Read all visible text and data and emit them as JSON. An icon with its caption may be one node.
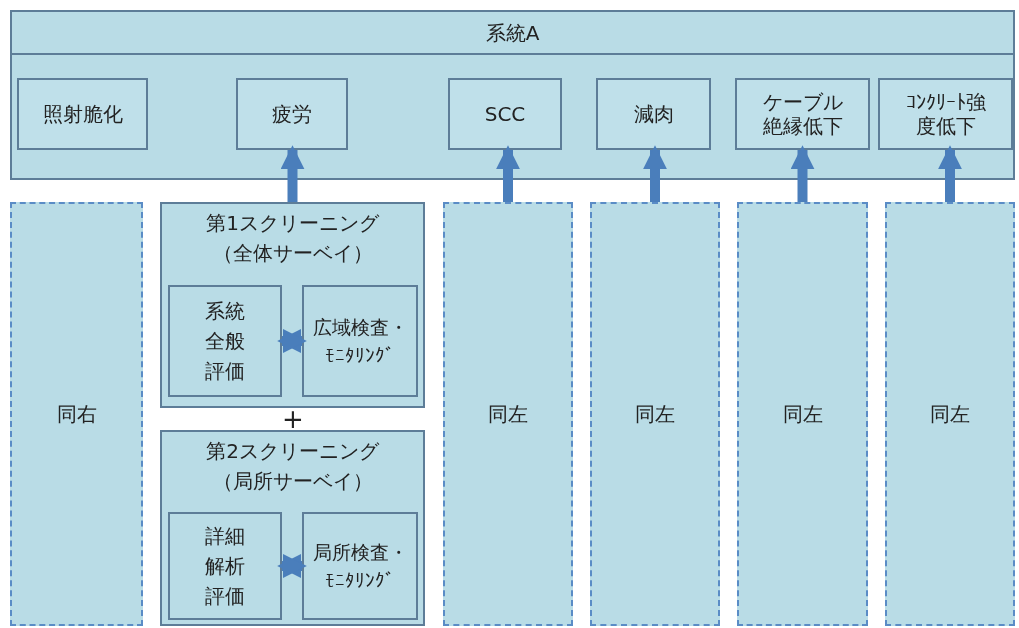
{
  "diagram": {
    "nodes": [
      {
        "text": [
          "系統A"
        ]
      },
      {
        "text": [
          "照射脆化"
        ],
        "in": 0
      },
      {
        "text": [
          "疲労"
        ],
        "in": 0
      },
      {
        "text": [
          "SCC"
        ],
        "in": 0
      },
      {
        "text": [
          "減肉"
        ],
        "in": 0
      },
      {
        "text": [
          "ケーブル絶縁低下"
        ],
        "in": 0
      },
      {
        "text": [
          "ｺﾝｸﾘｰﾄ強度低下"
        ],
        "in": 0
      },
      {
        "text": [
          "同右"
        ]
      },
      {
        "text": [
          "第1スクリーニング（全体サーベイ）"
        ]
      },
      {
        "text": [
          "系統全般評価"
        ],
        "in": 8
      },
      {
        "text": [
          "広域検査・ﾓﾆﾀﾘﾝｸﾞ"
        ],
        "in": 8
      },
      {
        "text": [
          "第2スクリーニング（局所サーベイ）"
        ]
      },
      {
        "text": [
          "詳細解析評価"
        ],
        "in": 11
      },
      {
        "text": [
          "局所検査・ﾓﾆﾀﾘﾝｸﾞ"
        ],
        "in": 11
      },
      {
        "text": [
          "同左"
        ]
      },
      {
        "text": [
          "同左"
        ]
      },
      {
        "text": [
          "同左"
        ]
      },
      {
        "text": [
          "同左"
        ]
      }
    ],
    "edges": [
      {
        "from": 8,
        "to": 2,
        "arrow": "to"
      },
      {
        "from": 14,
        "to": 3,
        "arrow": "to"
      },
      {
        "from": 15,
        "to": 4,
        "arrow": "to"
      },
      {
        "from": 16,
        "to": 5,
        "arrow": "to"
      },
      {
        "from": 17,
        "to": 6,
        "arrow": "to"
      },
      {
        "from": 9,
        "to": 10,
        "arrow": "both"
      },
      {
        "from": 12,
        "to": 13,
        "arrow": "both"
      }
    ],
    "labels": [
      "+"
    ]
  }
}
